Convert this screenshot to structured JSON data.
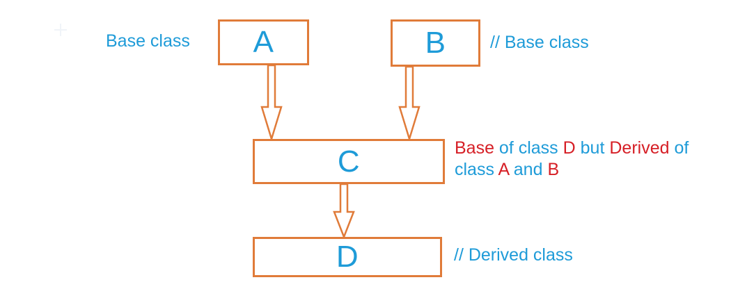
{
  "diagram": {
    "type": "uml-inheritance-hierarchy",
    "title": "Multilevel and multiple inheritance class diagram",
    "colors": {
      "box_border": "#e07b39",
      "box_fill": "#ffffff",
      "class_text": "#1e9bd8",
      "annotation_blue": "#1e9bd8",
      "annotation_red": "#d61f26",
      "background": "#ffffff"
    },
    "boxes": [
      {
        "id": "A",
        "name": "A",
        "role": "base class"
      },
      {
        "id": "B",
        "name": "B",
        "role": "base class"
      },
      {
        "id": "C",
        "name": "C",
        "role": "base of class D but derived of class A and B"
      },
      {
        "id": "D",
        "name": "D",
        "role": "derived class"
      }
    ],
    "arrows": [
      {
        "from": "A",
        "to": "C",
        "style": "hollow-inheritance-arrow",
        "direction": "down"
      },
      {
        "from": "B",
        "to": "C",
        "style": "hollow-inheritance-arrow",
        "direction": "down"
      },
      {
        "from": "C",
        "to": "D",
        "style": "hollow-inheritance-arrow",
        "direction": "down"
      }
    ],
    "labels": {
      "base_class_left": "Base class",
      "base_class_right": "// Base class",
      "derived_class": "// Derived class",
      "middle_annotation": {
        "full_text": "Base of class D but Derived of class A and B",
        "segments": [
          {
            "text": "Base",
            "color": "red"
          },
          {
            "text": " of class ",
            "color": "blue"
          },
          {
            "text": "D",
            "color": "red"
          },
          {
            "text": " but ",
            "color": "blue"
          },
          {
            "text": "Derived",
            "color": "red"
          },
          {
            "text": " of class ",
            "color": "blue"
          },
          {
            "text": "A",
            "color": "red"
          },
          {
            "text": " and ",
            "color": "blue"
          },
          {
            "text": "B",
            "color": "red"
          }
        ]
      }
    }
  }
}
